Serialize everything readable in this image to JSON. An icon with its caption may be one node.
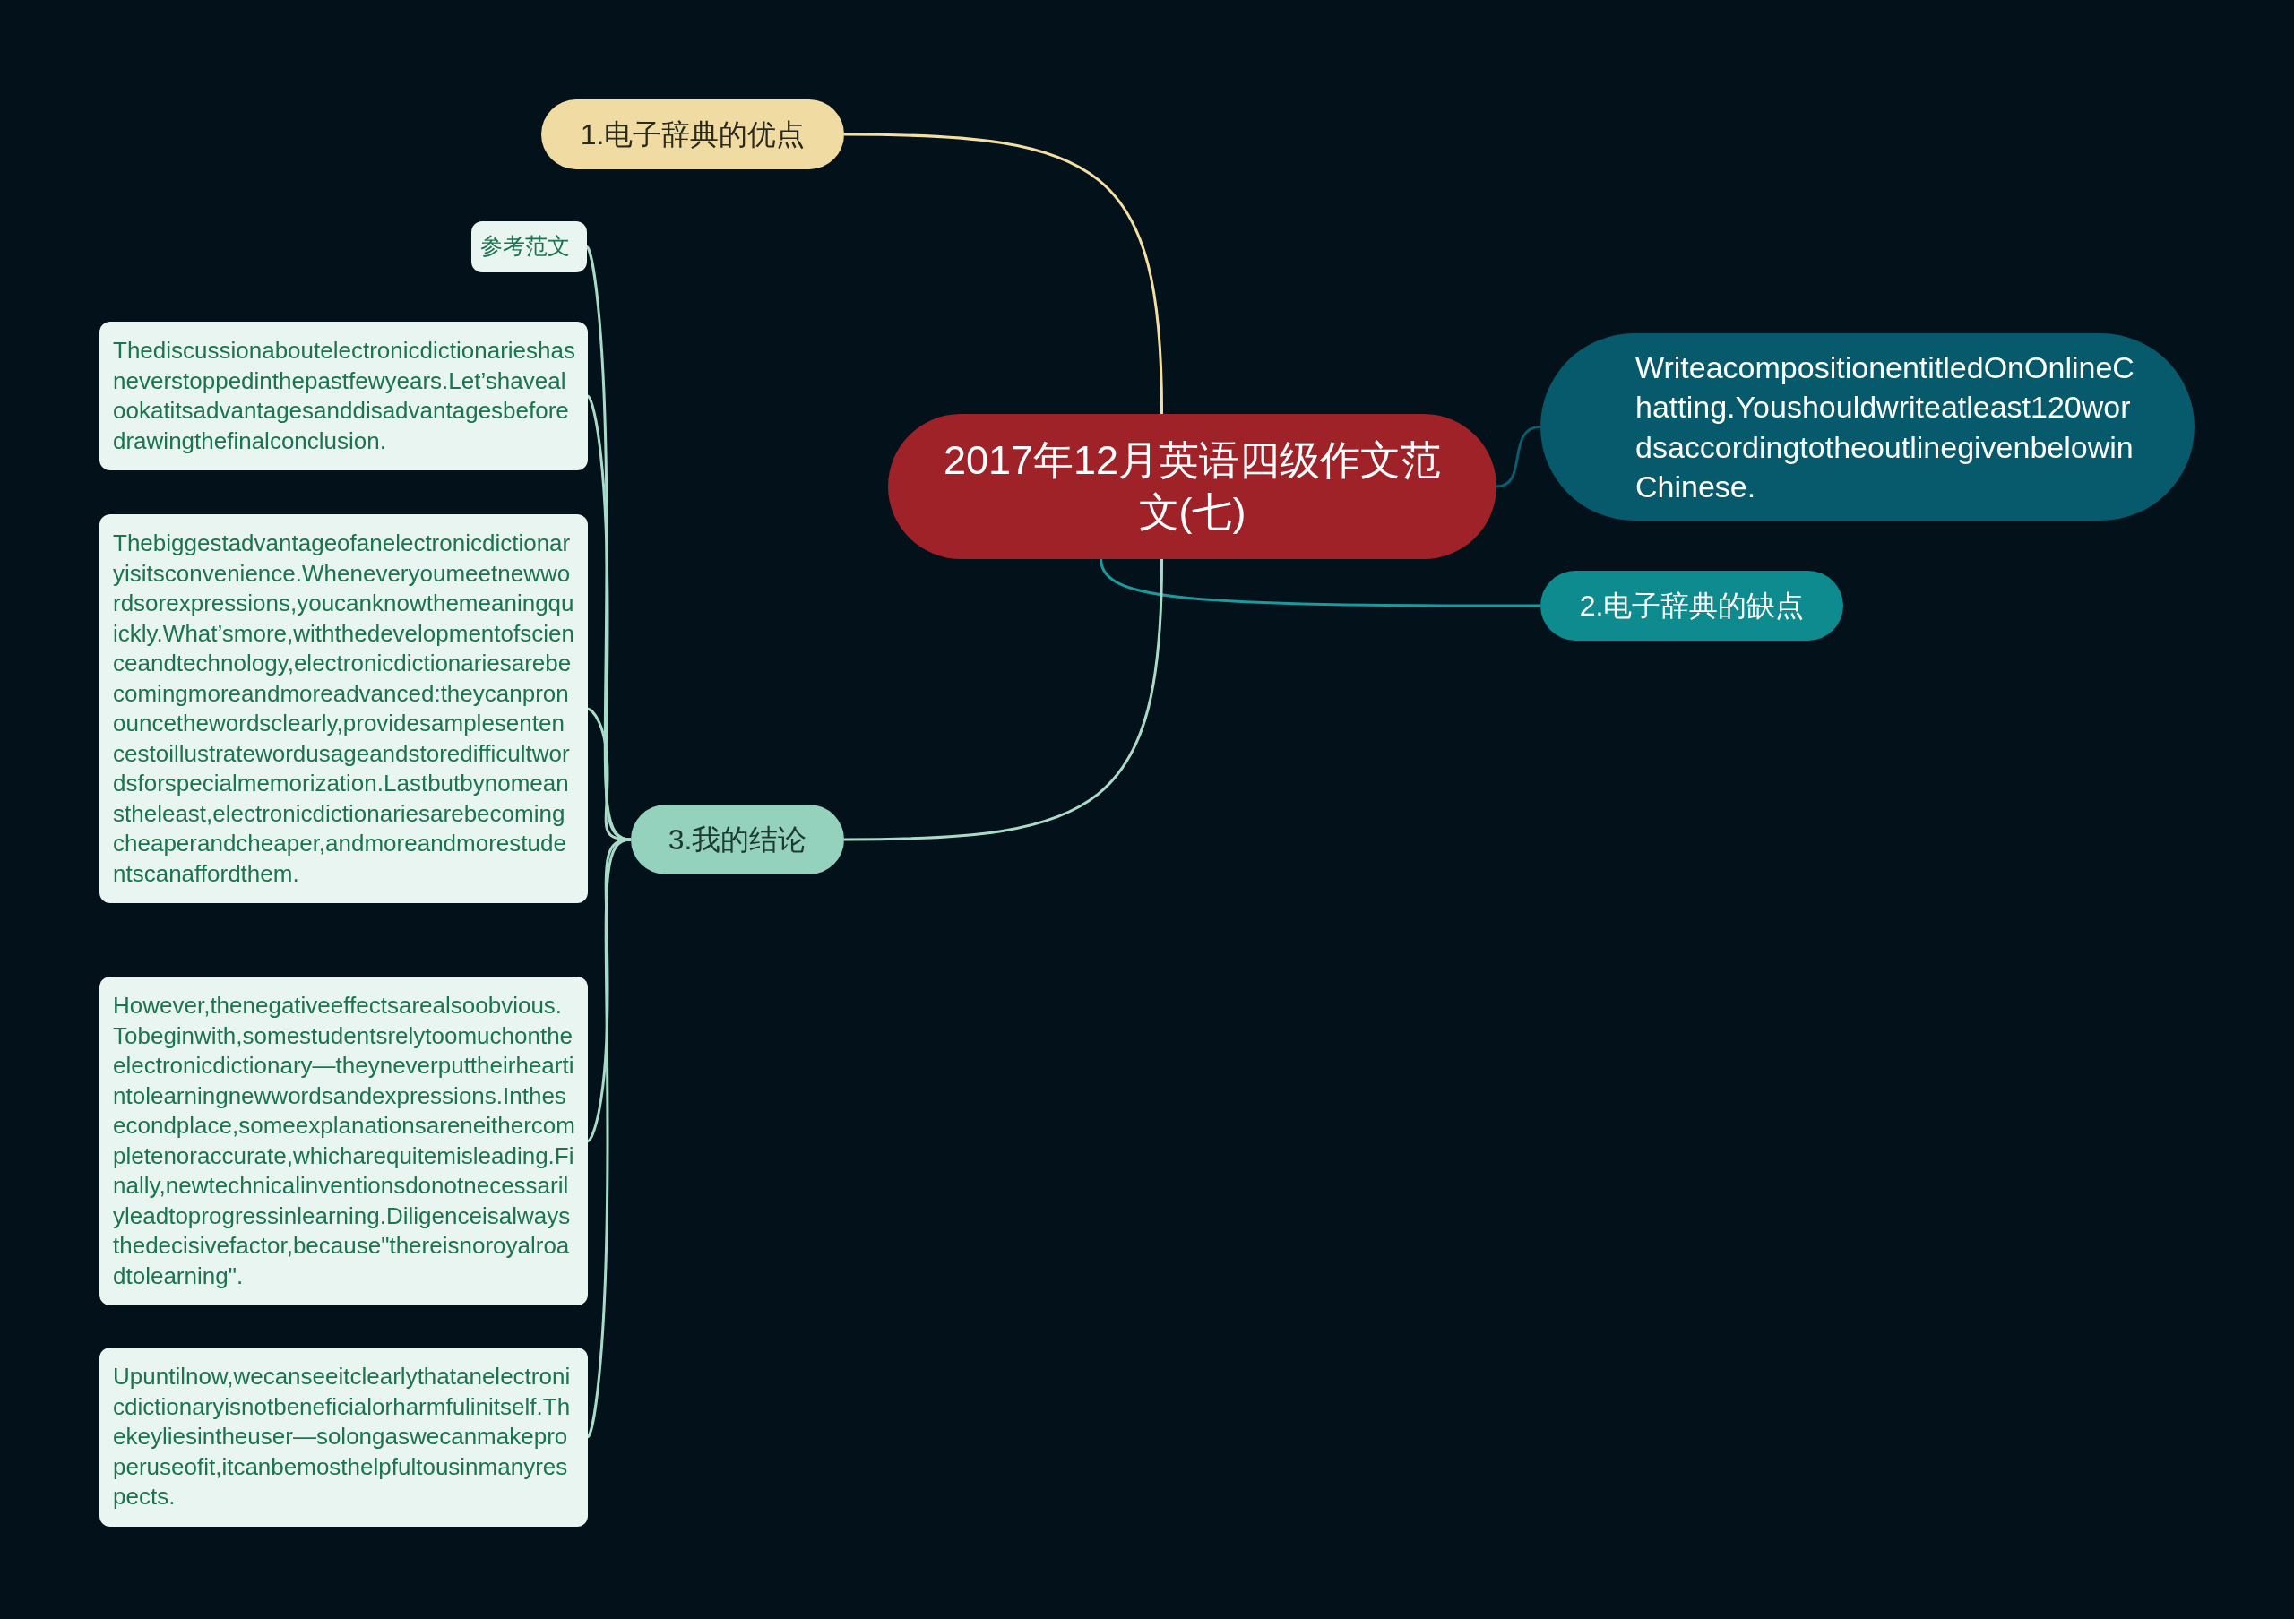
{
  "diagram": {
    "nodes": [
      {
        "text": [
          "2017年12月英语四级作文范文(七)"
        ]
      },
      {
        "text": [
          "1.电子辞典的优点"
        ]
      },
      {
        "text": [
          "WriteacompositionentitledOnOnlineChatting.Youshouldwriteatleast120wordsaccordingtotheoutlinegivenbelowinChinese."
        ]
      },
      {
        "text": [
          "2.电子辞典的缺点"
        ]
      },
      {
        "text": [
          "3.我的结论"
        ]
      },
      {
        "text": [
          "参考范文"
        ]
      },
      {
        "text": [
          "Thediscussionaboutelectronicdictionarieshasneverstoppedinthepastfewyears.Let’shavealookatitsadvantagesanddisadvantagesbeforedrawingthefinalconclusion."
        ]
      },
      {
        "text": [
          "Thebiggestadvantageofanelectronicdictionaryisitsconvenience.Wheneveryoumeetnewwordsorexpressions,youcanknowthemeaningquickly.What’smore,withthedevelopmentofscienceandtechnology,electronicdictionariesarebecomingmoreandmoreadvanced:theycanpronouncethewordsclearly,providesamplesentencestoillustratewordusageandstoredifficultwordsforspecialmemorization.Lastbutbynomeanstheleast,electronicdictionariesarebecomingcheaperandcheaper,andmoreandmorestudentscanaffordthem."
        ]
      },
      {
        "text": [
          "However,thenegativeeffectsarealsoobvious.Tobeginwith,somestudentsrelytoomuchontheelectronicdictionary—theyneverputtheirheartintolearningnewwordsandexpressions.Inthesecondplace,someexplanationsareneithercompletenoraccurate,whicharequitemisleading.Finally,newtechnicalinventionsdonotnecessarilyleadtoprogressinlearning.Diligenceisalwaysthedecisivefactor,because\"thereisnoroyalroadtolearning\"."
        ]
      },
      {
        "text": [
          "Upuntilnow,wecanseeitclearlythatanelectronicdictionaryisnotbeneficialorharmfulinitself.Thekeyliesintheuser—solongaswecanmakeproperuseofit,itcanbemosthelpfultousinmanyrespects."
        ]
      }
    ],
    "edges": [
      {
        "from": 0,
        "to": 1,
        "arrow": "none",
        "color": "#f3dfa2"
      },
      {
        "from": 0,
        "to": 2,
        "arrow": "none",
        "color": "#0b5c6e"
      },
      {
        "from": 0,
        "to": 3,
        "arrow": "none",
        "color": "#1a9a9c"
      },
      {
        "from": 0,
        "to": 4,
        "arrow": "none"
      },
      {
        "from": 4,
        "to": 5,
        "arrow": "none"
      },
      {
        "from": 4,
        "to": 6,
        "arrow": "none"
      },
      {
        "from": 4,
        "to": 7,
        "arrow": "none"
      },
      {
        "from": 4,
        "to": 8,
        "arrow": "none"
      },
      {
        "from": 4,
        "to": 9,
        "arrow": "none"
      }
    ]
  }
}
